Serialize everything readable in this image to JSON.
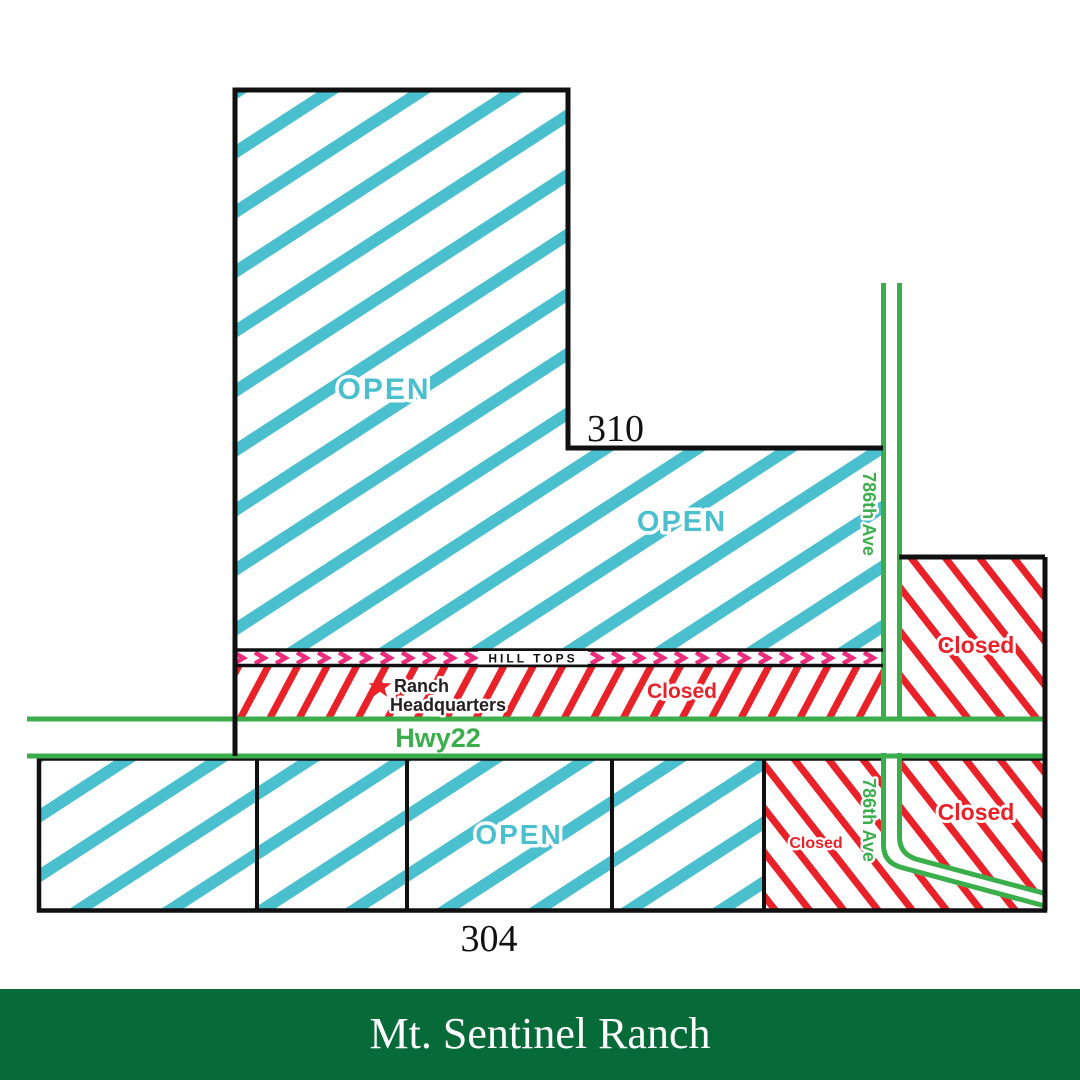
{
  "title_bar": {
    "title": "Mt. Sentinel Ranch"
  },
  "map": {
    "labels": {
      "open": "OPEN",
      "closed": "Closed",
      "hilltops": "HILL TOPS",
      "hwy22": "Hwy22",
      "ave": "786th Ave",
      "hq_line1": "Ranch",
      "hq_line2": "Headquarters",
      "parcel_310": "310",
      "parcel_304": "304"
    },
    "icons": {
      "hq_marker": "star-icon"
    },
    "colors": {
      "open_stripe": "#4AC0CF",
      "closed_stripe": "#E92128",
      "hilltops_stripe": "#EC2C7C",
      "road_green": "#3BAE4C",
      "footer_green": "#066A39",
      "outline_black": "#101010",
      "hq_text": "#252021",
      "label_halo": "#FFFFFF"
    }
  }
}
